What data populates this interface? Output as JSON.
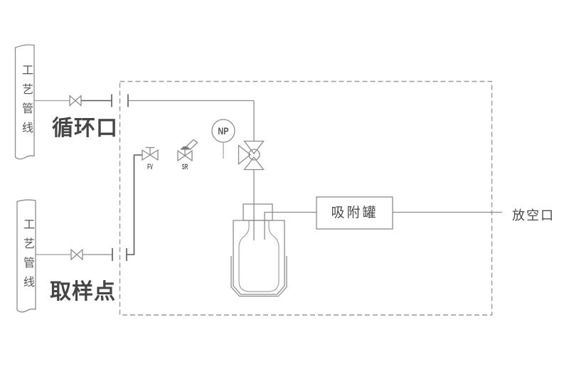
{
  "diagram": {
    "labels": {
      "pipe_top": "工艺管线",
      "pipe_bottom": "工艺管线",
      "circulation_port": "循环口",
      "sampling_point": "取样点",
      "adsorption_tank": "吸附罐",
      "vent_port": "放空口",
      "instrument_bubble": "NP",
      "valve_tag_1": "FV",
      "valve_tag_2": "SR"
    },
    "colors": {
      "background": "#ffffff",
      "line": "#8c8c8c",
      "dark_line": "#5a5a5a",
      "dashed_border": "#9a9a9a",
      "text": "#4a4a4a"
    }
  }
}
